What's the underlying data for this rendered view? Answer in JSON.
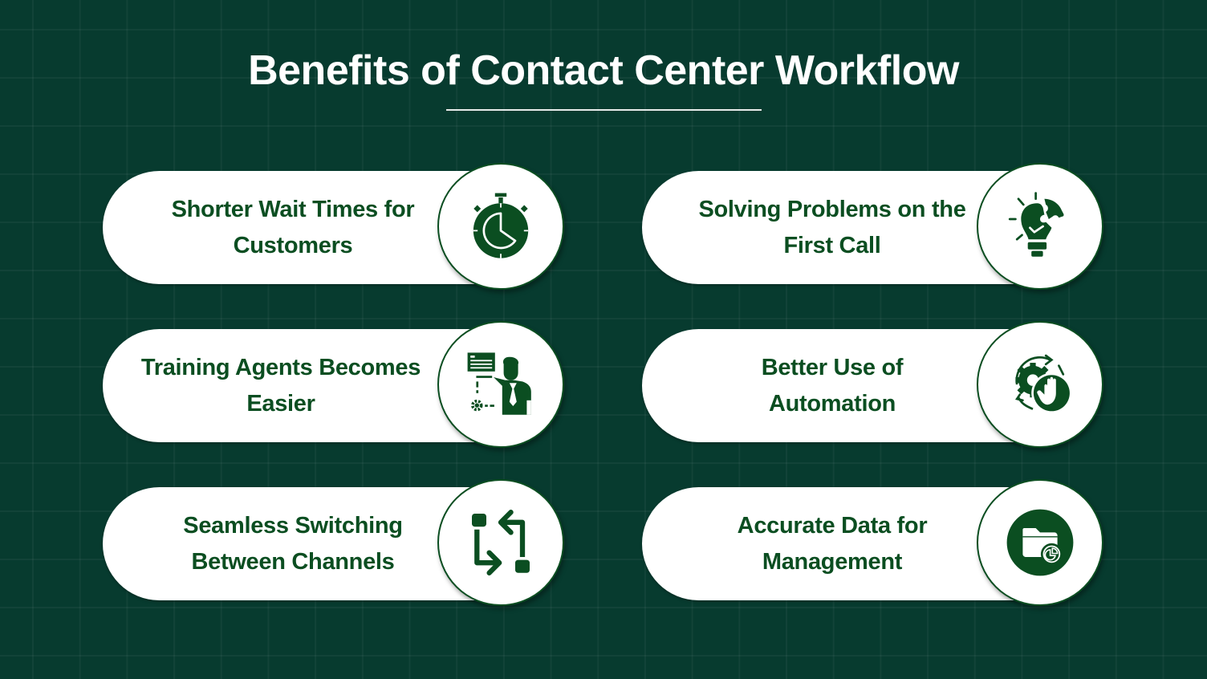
{
  "title": "Benefits of Contact Center Workflow",
  "colors": {
    "background": "#073b2f",
    "card": "#ffffff",
    "accent": "#0b4e21",
    "title_text": "#ffffff"
  },
  "benefits": [
    {
      "label": "Shorter Wait Times for Customers",
      "line1": "Shorter Wait Times for",
      "line2": "Customers",
      "icon": "stopwatch-icon"
    },
    {
      "label": "Solving Problems on the First Call",
      "line1": "Solving Problems on the",
      "line2": "First Call",
      "icon": "lightbulb-puzzle-icon"
    },
    {
      "label": "Training Agents Becomes Easier",
      "line1": "Training Agents Becomes",
      "line2": "Easier",
      "icon": "trainer-presentation-icon"
    },
    {
      "label": "Better Use of Automation",
      "line1": "Better Use of",
      "line2": "Automation",
      "icon": "automation-gear-hand-icon"
    },
    {
      "label": "Seamless Switching Between Channels",
      "line1": "Seamless Switching",
      "line2": "Between Channels",
      "icon": "switch-arrows-icon"
    },
    {
      "label": "Accurate Data for Management",
      "line1": "Accurate Data for",
      "line2": "Management",
      "icon": "folder-chart-icon"
    }
  ]
}
